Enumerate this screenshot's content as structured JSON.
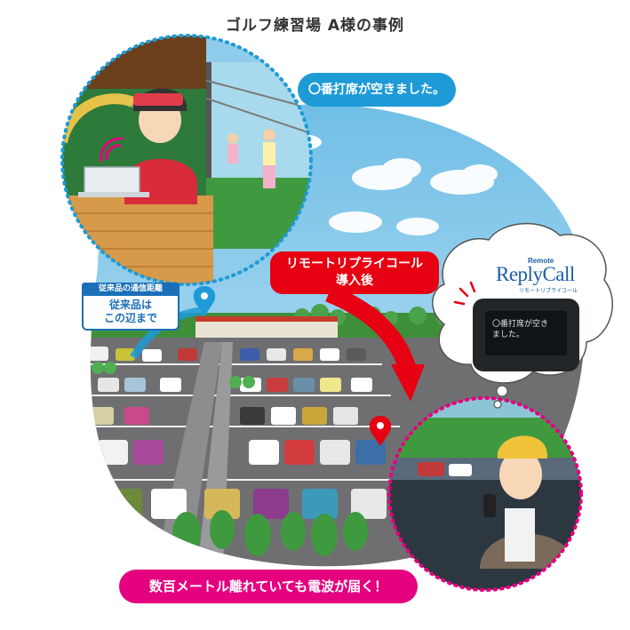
{
  "title": "ゴルフ練習場 A様の事例",
  "notification_bubble": "〇番打席が空きました。",
  "product_callout": {
    "line1": "リモートリプライコール",
    "line2": "導入後"
  },
  "conventional_callout": {
    "header": "従来品の通信距離",
    "line1": "従来品は",
    "line2": "この辺まで"
  },
  "device": {
    "brand_small": "Remote",
    "brand_name": "ReplyCall",
    "brand_sub": "リモートリプライコール",
    "screen_text": "〇番打席が空きました。"
  },
  "footer_bubble": "数百メートル離れていても電波が届く！",
  "colors": {
    "blue": "#1e9bd7",
    "red": "#e60012",
    "pink": "#e4007f",
    "sky": "#8fcbea"
  }
}
